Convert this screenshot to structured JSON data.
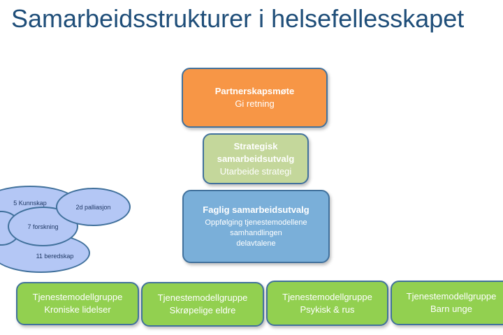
{
  "title": "Samarbeidsstrukturer i helsefellesskapet",
  "colors": {
    "title": "#1f4e79",
    "orange": "#f79646",
    "light_green": "#c4d79b",
    "blue": "#7aafd9",
    "green": "#92d050",
    "ellipse_fill": "#b4c7f5",
    "border": "#41719c"
  },
  "partnerskap": {
    "title": "Partnerskapsmøte",
    "subtitle": "Gi retning"
  },
  "strategisk": {
    "title_line1": "Strategisk",
    "title_line2": "samarbeidsutvalg",
    "subtitle": "Utarbeide strategi"
  },
  "faglig": {
    "title": "Faglig samarbeidsutvalg",
    "line1": "Oppfølging tjenestemodellene",
    "line2": "samhandlingen",
    "line3": "delavtalene"
  },
  "groups": [
    {
      "title": "Tjenestemodellgruppe",
      "subtitle": "Kroniske lidelser"
    },
    {
      "title": "Tjenestemodellgruppe",
      "subtitle": "Skrøpelige eldre"
    },
    {
      "title": "Tjenestemodellgruppe",
      "subtitle": "Psykisk & rus"
    },
    {
      "title": "Tjenestemodellgruppe",
      "subtitle": "Barn unge"
    }
  ],
  "ellipses": {
    "kunnskap": "5 Kunnskap",
    "palliasjon": "2d palliasjon",
    "forskning": "7 forskning",
    "beredskap": "11 beredskap"
  }
}
